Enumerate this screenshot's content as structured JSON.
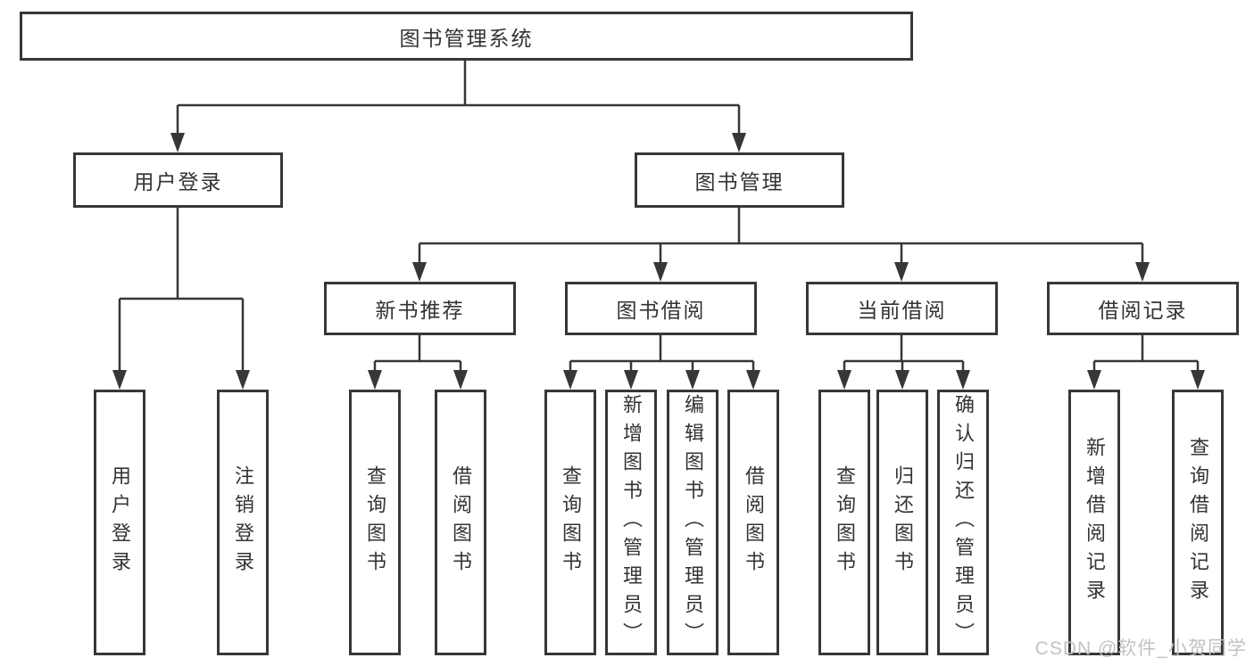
{
  "diagram_title": "图书管理系统",
  "tree": {
    "root": {
      "label": "图书管理系统",
      "children": [
        {
          "label": "用户登录",
          "children": [
            {
              "label": "用户登录"
            },
            {
              "label": "注销登录"
            }
          ]
        },
        {
          "label": "图书管理",
          "children": [
            {
              "label": "新书推荐",
              "children": [
                {
                  "label": "查询图书"
                },
                {
                  "label": "借阅图书"
                }
              ]
            },
            {
              "label": "图书借阅",
              "children": [
                {
                  "label": "查询图书"
                },
                {
                  "label": "新增图书（管理员）"
                },
                {
                  "label": "编辑图书（管理员）"
                },
                {
                  "label": "借阅图书"
                }
              ]
            },
            {
              "label": "当前借阅",
              "children": [
                {
                  "label": "查询图书"
                },
                {
                  "label": "归还图书"
                },
                {
                  "label": "确认归还（管理员）"
                }
              ]
            },
            {
              "label": "借阅记录",
              "children": [
                {
                  "label": "新增借阅记录"
                },
                {
                  "label": "查询借阅记录"
                }
              ]
            }
          ]
        }
      ]
    }
  },
  "watermark": "CSDN @软件_小贺同学",
  "colors": {
    "line": "#373737",
    "box_border": "#373737",
    "text": "#333333",
    "watermark": "#c2c2c2",
    "background": "#ffffff"
  }
}
